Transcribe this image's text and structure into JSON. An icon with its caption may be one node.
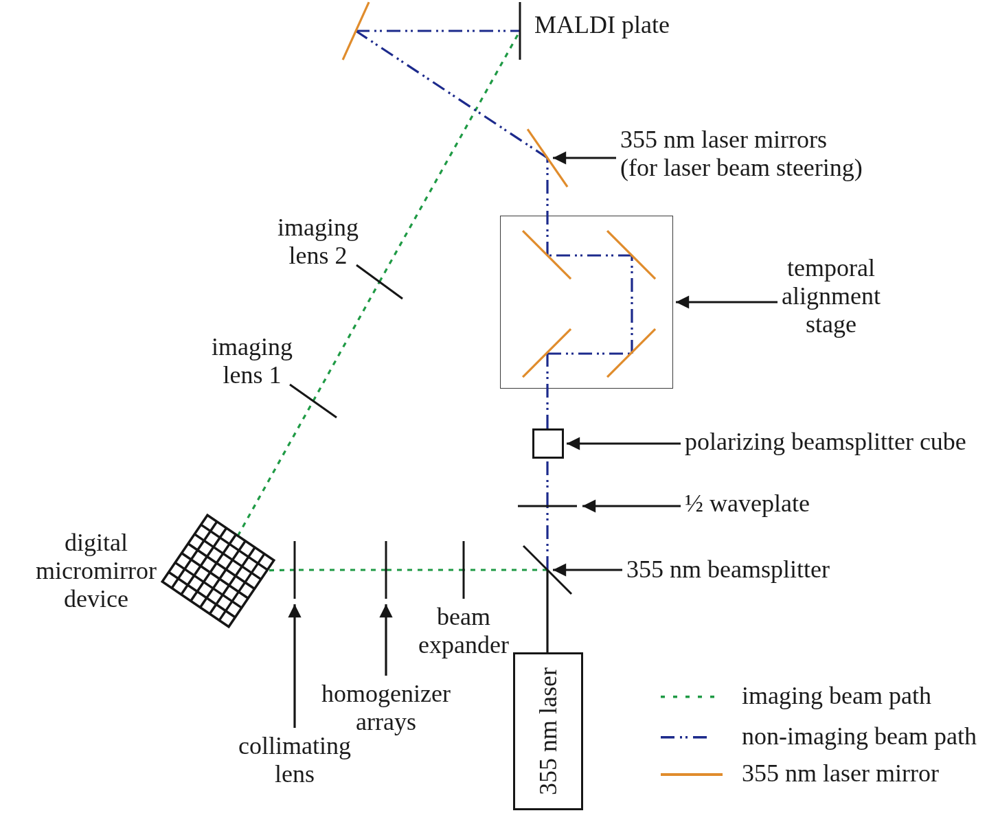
{
  "diagram": {
    "nodes": [
      {
        "text": [],
        "shape": "line"
      },
      {
        "text": [],
        "shape": "line",
        "beside": [
          "MALDI plate"
        ]
      },
      {
        "text": [],
        "shape": "line"
      },
      {
        "text": [
          "355 nm laser mirrors (for laser beam steering)"
        ]
      },
      {
        "text": [],
        "shape": "line",
        "beside": [
          "imaging lens 2"
        ]
      },
      {
        "text": [],
        "shape": "box"
      },
      {
        "text": [],
        "shape": "line",
        "in": 5
      },
      {
        "text": [],
        "shape": "line",
        "in": 5
      },
      {
        "text": [],
        "shape": "line",
        "in": 5
      },
      {
        "text": [],
        "shape": "line",
        "in": 5
      },
      {
        "text": [
          "temporal alignment stage"
        ]
      },
      {
        "text": [],
        "shape": "line",
        "beside": [
          "imaging lens 1"
        ]
      },
      {
        "text": [],
        "shape": "box"
      },
      {
        "text": [
          "polarizing beamsplitter cube"
        ]
      },
      {
        "text": [],
        "shape": "line"
      },
      {
        "text": [
          "½ waveplate"
        ]
      },
      {
        "text": [],
        "shape": "grid",
        "beside": [
          "digital micromirror device"
        ]
      },
      {
        "text": [],
        "shape": "line"
      },
      {
        "text": [],
        "shape": "line"
      },
      {
        "text": [],
        "shape": "line",
        "beside": [
          "beam expander"
        ]
      },
      {
        "text": [],
        "shape": "line"
      },
      {
        "text": [
          "355 nm beamsplitter"
        ]
      },
      {
        "text": [
          "355 nm laser"
        ]
      },
      {
        "text": [
          "homogenizer arrays"
        ]
      },
      {
        "text": [
          "collimating lens"
        ]
      }
    ],
    "edges": [
      {
        "from": 20,
        "to": 19,
        "arrow": "none",
        "style": "dashed",
        "color": "#1f9a45"
      },
      {
        "from": 19,
        "to": 18,
        "arrow": "none",
        "style": "dashed",
        "color": "#1f9a45"
      },
      {
        "from": 18,
        "to": 17,
        "arrow": "none",
        "style": "dashed",
        "color": "#1f9a45"
      },
      {
        "from": 17,
        "to": 16,
        "arrow": "none",
        "style": "dashed",
        "color": "#1f9a45"
      },
      {
        "from": 16,
        "to": 11,
        "arrow": "none",
        "style": "dashed",
        "color": "#1f9a45"
      },
      {
        "from": 11,
        "to": 4,
        "arrow": "none",
        "style": "dashed",
        "color": "#1f9a45"
      },
      {
        "from": 4,
        "to": 1,
        "arrow": "none",
        "style": "dashed",
        "color": "#1f9a45"
      },
      {
        "from": 20,
        "to": 14,
        "arrow": "none",
        "style": "dashed",
        "color": "#1c2a8c"
      },
      {
        "from": 14,
        "to": 12,
        "arrow": "none",
        "style": "dashed",
        "color": "#1c2a8c"
      },
      {
        "from": 12,
        "to": 8,
        "arrow": "none",
        "style": "dashed",
        "color": "#1c2a8c"
      },
      {
        "from": 8,
        "to": 9,
        "arrow": "none",
        "style": "dashed",
        "color": "#1c2a8c"
      },
      {
        "from": 9,
        "to": 7,
        "arrow": "none",
        "style": "dashed",
        "color": "#1c2a8c"
      },
      {
        "from": 7,
        "to": 6,
        "arrow": "none",
        "style": "dashed",
        "color": "#1c2a8c"
      },
      {
        "from": 6,
        "to": 2,
        "arrow": "none",
        "style": "dashed",
        "color": "#1c2a8c"
      },
      {
        "from": 2,
        "to": 0,
        "arrow": "none",
        "style": "dashed",
        "color": "#1c2a8c"
      },
      {
        "from": 0,
        "to": 1,
        "arrow": "none",
        "style": "dashed",
        "color": "#1c2a8c"
      },
      {
        "from": 22,
        "to": 20,
        "arrow": "none",
        "color": "#161616"
      },
      {
        "from": 3,
        "to": 2,
        "arrow": "to",
        "color": "#161616"
      },
      {
        "from": 10,
        "to": 5,
        "arrow": "to",
        "color": "#161616"
      },
      {
        "from": 13,
        "to": 12,
        "arrow": "to",
        "color": "#161616"
      },
      {
        "from": 15,
        "to": 14,
        "arrow": "to",
        "color": "#161616"
      },
      {
        "from": 21,
        "to": 20,
        "arrow": "to",
        "color": "#161616"
      },
      {
        "from": 23,
        "to": 18,
        "arrow": "to",
        "color": "#161616"
      },
      {
        "from": 24,
        "to": 17,
        "arrow": "to",
        "color": "#161616"
      }
    ],
    "legend": [
      {
        "text": "imaging beam path"
      },
      {
        "text": "non-imaging beam path"
      },
      {
        "text": "355 nm laser mirror"
      }
    ]
  }
}
